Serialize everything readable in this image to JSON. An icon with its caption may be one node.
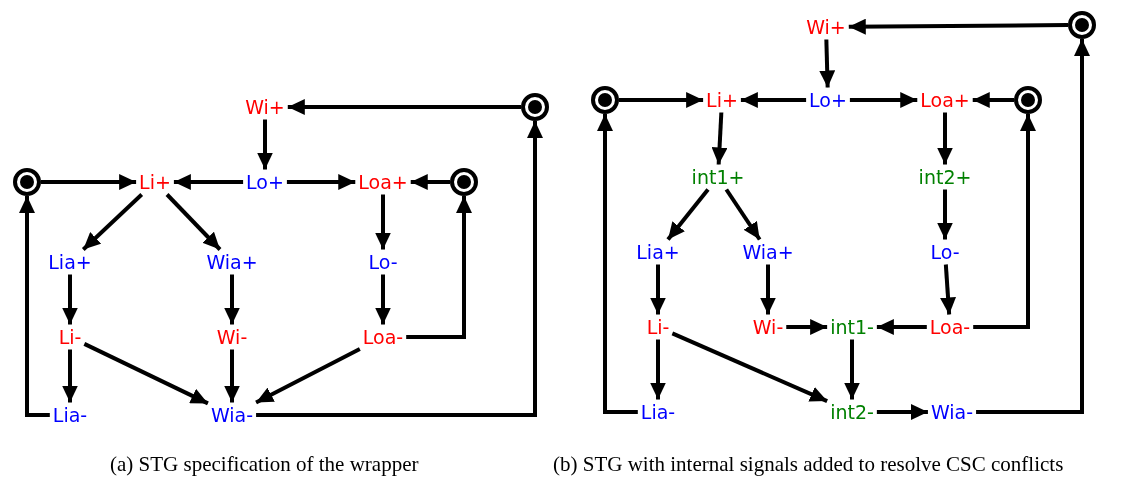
{
  "diagram": {
    "nodes": [
      {
        "text": [
          "Wi+"
        ]
      },
      {
        "text": [],
        "shape": "circle"
      },
      {
        "text": [],
        "shape": "circle"
      },
      {
        "text": [
          "Li+"
        ]
      },
      {
        "text": [
          "Lo+"
        ]
      },
      {
        "text": [
          "Loa+"
        ]
      },
      {
        "text": [],
        "shape": "circle"
      },
      {
        "text": [
          "Lia+"
        ]
      },
      {
        "text": [
          "Wia+"
        ]
      },
      {
        "text": [
          "Lo-"
        ]
      },
      {
        "text": [
          "Li-"
        ]
      },
      {
        "text": [
          "Wi-"
        ]
      },
      {
        "text": [
          "Loa-"
        ]
      },
      {
        "text": [
          "Lia-"
        ]
      },
      {
        "text": [
          "Wia-"
        ]
      },
      {
        "text": [
          "Wi+"
        ]
      },
      {
        "text": [],
        "shape": "circle"
      },
      {
        "text": [],
        "shape": "circle"
      },
      {
        "text": [
          "Li+"
        ]
      },
      {
        "text": [
          "Lo+"
        ]
      },
      {
        "text": [
          "Loa+"
        ]
      },
      {
        "text": [],
        "shape": "circle"
      },
      {
        "text": [
          "int1+"
        ]
      },
      {
        "text": [
          "int2+"
        ]
      },
      {
        "text": [
          "Lia+"
        ]
      },
      {
        "text": [
          "Wia+"
        ]
      },
      {
        "text": [
          "Lo-"
        ]
      },
      {
        "text": [
          "Li-"
        ]
      },
      {
        "text": [
          "Wi-"
        ]
      },
      {
        "text": [
          "int1-"
        ]
      },
      {
        "text": [
          "Loa-"
        ]
      },
      {
        "text": [
          "Lia-"
        ]
      },
      {
        "text": [
          "int2-"
        ]
      },
      {
        "text": [
          "Wia-"
        ]
      }
    ],
    "edges": [
      {
        "from": 1,
        "to": 0,
        "arrow": "to"
      },
      {
        "from": 0,
        "to": 4,
        "arrow": "to"
      },
      {
        "from": 2,
        "to": 3,
        "arrow": "to"
      },
      {
        "from": 4,
        "to": 3,
        "arrow": "to"
      },
      {
        "from": 4,
        "to": 5,
        "arrow": "to"
      },
      {
        "from": 6,
        "to": 5,
        "arrow": "to"
      },
      {
        "from": 3,
        "to": 7,
        "arrow": "to"
      },
      {
        "from": 3,
        "to": 8,
        "arrow": "to"
      },
      {
        "from": 7,
        "to": 10,
        "arrow": "to"
      },
      {
        "from": 8,
        "to": 11,
        "arrow": "to"
      },
      {
        "from": 5,
        "to": 9,
        "arrow": "to"
      },
      {
        "from": 9,
        "to": 12,
        "arrow": "to"
      },
      {
        "from": 12,
        "to": 6,
        "arrow": "to"
      },
      {
        "from": 10,
        "to": 13,
        "arrow": "to"
      },
      {
        "from": 10,
        "to": 14,
        "arrow": "to"
      },
      {
        "from": 11,
        "to": 14,
        "arrow": "to"
      },
      {
        "from": 12,
        "to": 14,
        "arrow": "to"
      },
      {
        "from": 13,
        "to": 2,
        "arrow": "to"
      },
      {
        "from": 14,
        "to": 1,
        "arrow": "to"
      },
      {
        "from": 16,
        "to": 15,
        "arrow": "to"
      },
      {
        "from": 15,
        "to": 19,
        "arrow": "to"
      },
      {
        "from": 17,
        "to": 18,
        "arrow": "to"
      },
      {
        "from": 19,
        "to": 18,
        "arrow": "to"
      },
      {
        "from": 19,
        "to": 20,
        "arrow": "to"
      },
      {
        "from": 21,
        "to": 20,
        "arrow": "to"
      },
      {
        "from": 18,
        "to": 22,
        "arrow": "to"
      },
      {
        "from": 22,
        "to": 24,
        "arrow": "to"
      },
      {
        "from": 22,
        "to": 25,
        "arrow": "to"
      },
      {
        "from": 20,
        "to": 23,
        "arrow": "to"
      },
      {
        "from": 23,
        "to": 26,
        "arrow": "to"
      },
      {
        "from": 26,
        "to": 30,
        "arrow": "to"
      },
      {
        "from": 24,
        "to": 27,
        "arrow": "to"
      },
      {
        "from": 25,
        "to": 28,
        "arrow": "to"
      },
      {
        "from": 28,
        "to": 29,
        "arrow": "to"
      },
      {
        "from": 30,
        "to": 29,
        "arrow": "to"
      },
      {
        "from": 30,
        "to": 21,
        "arrow": "to"
      },
      {
        "from": 27,
        "to": 31,
        "arrow": "to"
      },
      {
        "from": 27,
        "to": 32,
        "arrow": "to"
      },
      {
        "from": 29,
        "to": 32,
        "arrow": "to"
      },
      {
        "from": 32,
        "to": 33,
        "arrow": "to"
      },
      {
        "from": 31,
        "to": 17,
        "arrow": "to"
      },
      {
        "from": 33,
        "to": 16,
        "arrow": "to"
      }
    ],
    "labels": [
      "(a) STG specification of the wrapper",
      "(b) STG with internal signals added to resolve CSC conflicts"
    ]
  }
}
